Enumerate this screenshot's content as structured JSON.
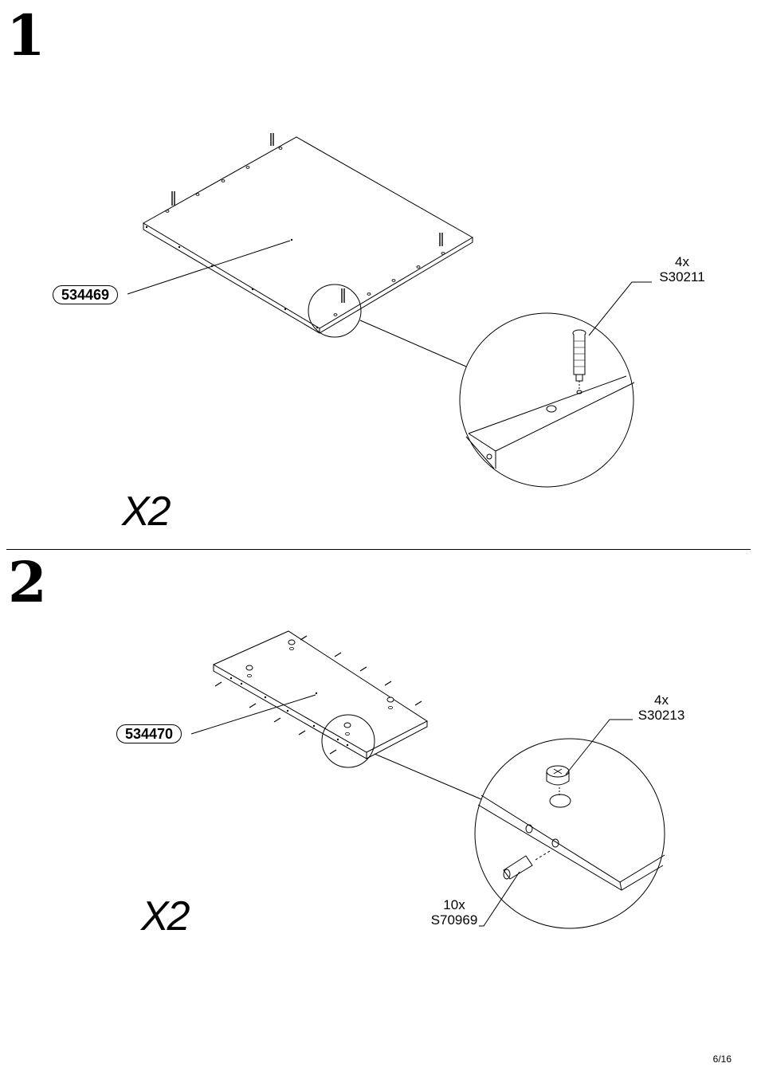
{
  "steps": [
    {
      "number": "1",
      "panel_part": "534469",
      "hardware": [
        {
          "qty": "4x",
          "code": "S30211"
        }
      ],
      "multiplier": "X2"
    },
    {
      "number": "2",
      "panel_part": "534470",
      "hardware": [
        {
          "qty": "4x",
          "code": "S30213"
        },
        {
          "qty": "10x",
          "code": "S70969"
        }
      ],
      "multiplier": "X2"
    }
  ],
  "page": "6/16"
}
